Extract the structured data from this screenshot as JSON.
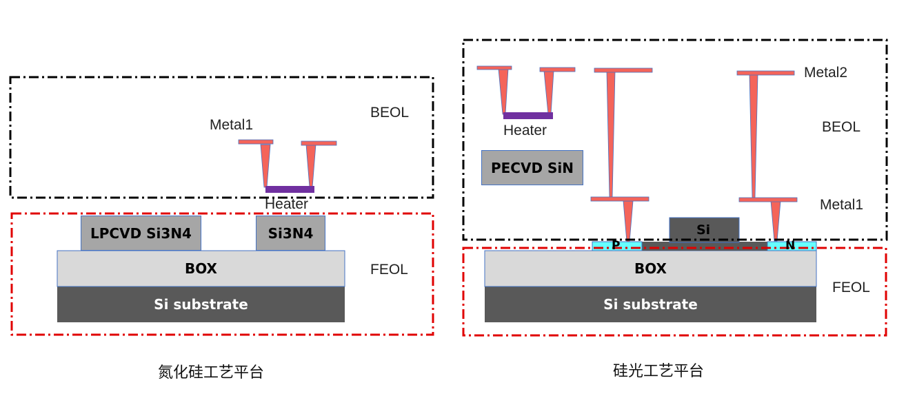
{
  "colors": {
    "beol_border": "#000000",
    "feol_border": "#e00000",
    "metal": "#f4645a",
    "heater": "#7030a0",
    "box": "#d9d9d9",
    "substrate": "#595959",
    "nitride": "#a6a6a6",
    "doping": "#66ffff"
  },
  "left": {
    "beol_label": "BEOL",
    "feol_label": "FEOL",
    "metal1_label": "Metal1",
    "heater_label": "Heater",
    "lpcvd_label": "LPCVD Si3N4",
    "si3n4_label": "Si3N4",
    "box_label": "BOX",
    "substrate_label": "Si substrate",
    "caption": "氮化硅工艺平台"
  },
  "right": {
    "beol_label": "BEOL",
    "feol_label": "FEOL",
    "metal2_label": "Metal2",
    "metal1_label": "Metal1",
    "heater_label": "Heater",
    "pecvd_label": "PECVD SiN",
    "si_label": "Si",
    "p_label": "P",
    "n_label": "N",
    "box_label": "BOX",
    "substrate_label": "Si substrate",
    "caption": "硅光工艺平台"
  }
}
